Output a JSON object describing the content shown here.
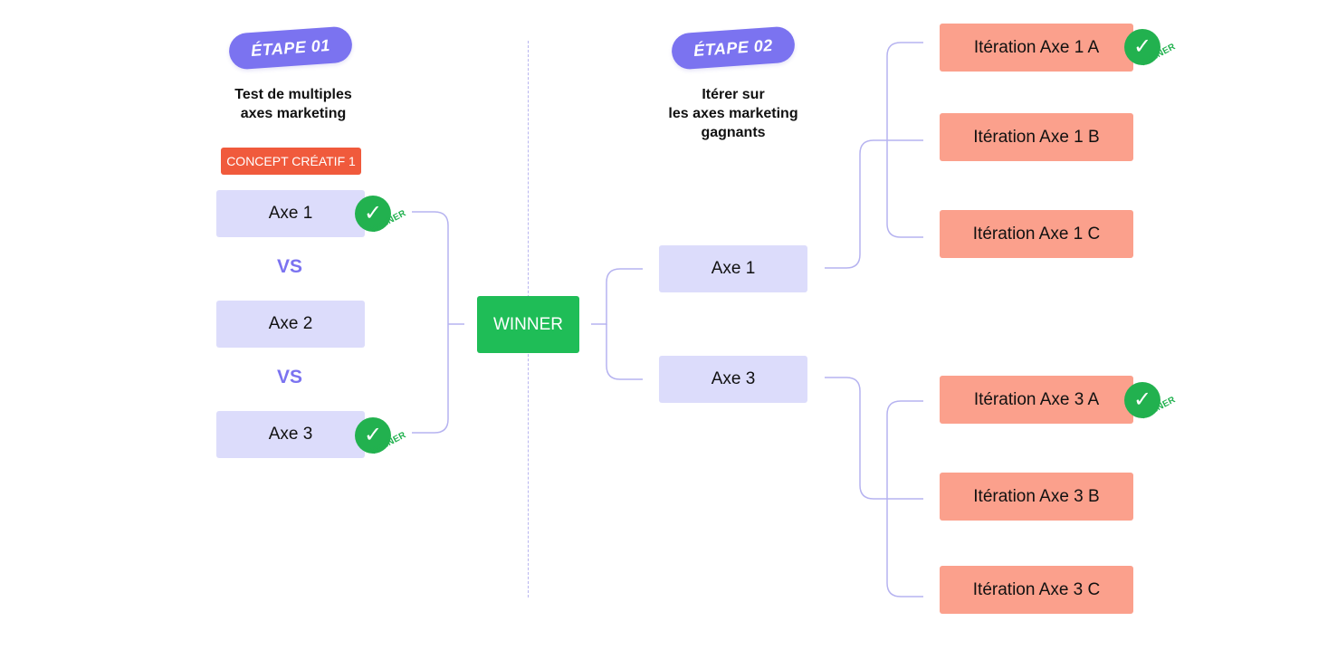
{
  "stage1": {
    "pill": "ÉTAPE 01",
    "heading_lines": [
      "Test de multiples",
      "axes marketing"
    ],
    "concept_tag": "CONCEPT CRÉATIF 1",
    "axes": [
      "Axe 1",
      "Axe 2",
      "Axe 3"
    ],
    "vs_label": "VS"
  },
  "winner_center": "WINNER",
  "stage2": {
    "pill": "ÉTAPE 02",
    "heading_lines": [
      "Itérer sur",
      "les axes marketing",
      "gagnants"
    ],
    "axes": [
      "Axe 1",
      "Axe 3"
    ],
    "iterations": [
      "Itération Axe 1 A",
      "Itération Axe 1 B",
      "Itération Axe 1 C",
      "Itération Axe 3 A",
      "Itération Axe 3 B",
      "Itération Axe 3 C"
    ]
  },
  "badge": {
    "check": "✓",
    "text": "WINNER"
  },
  "colors": {
    "purple": "#7b73f0",
    "axe_fill": "#dcdcfb",
    "concept_tag": "#f05a3c",
    "winner_green": "#1fbd57",
    "iteration_fill": "#fba08c",
    "connector": "#b6b3f0"
  }
}
